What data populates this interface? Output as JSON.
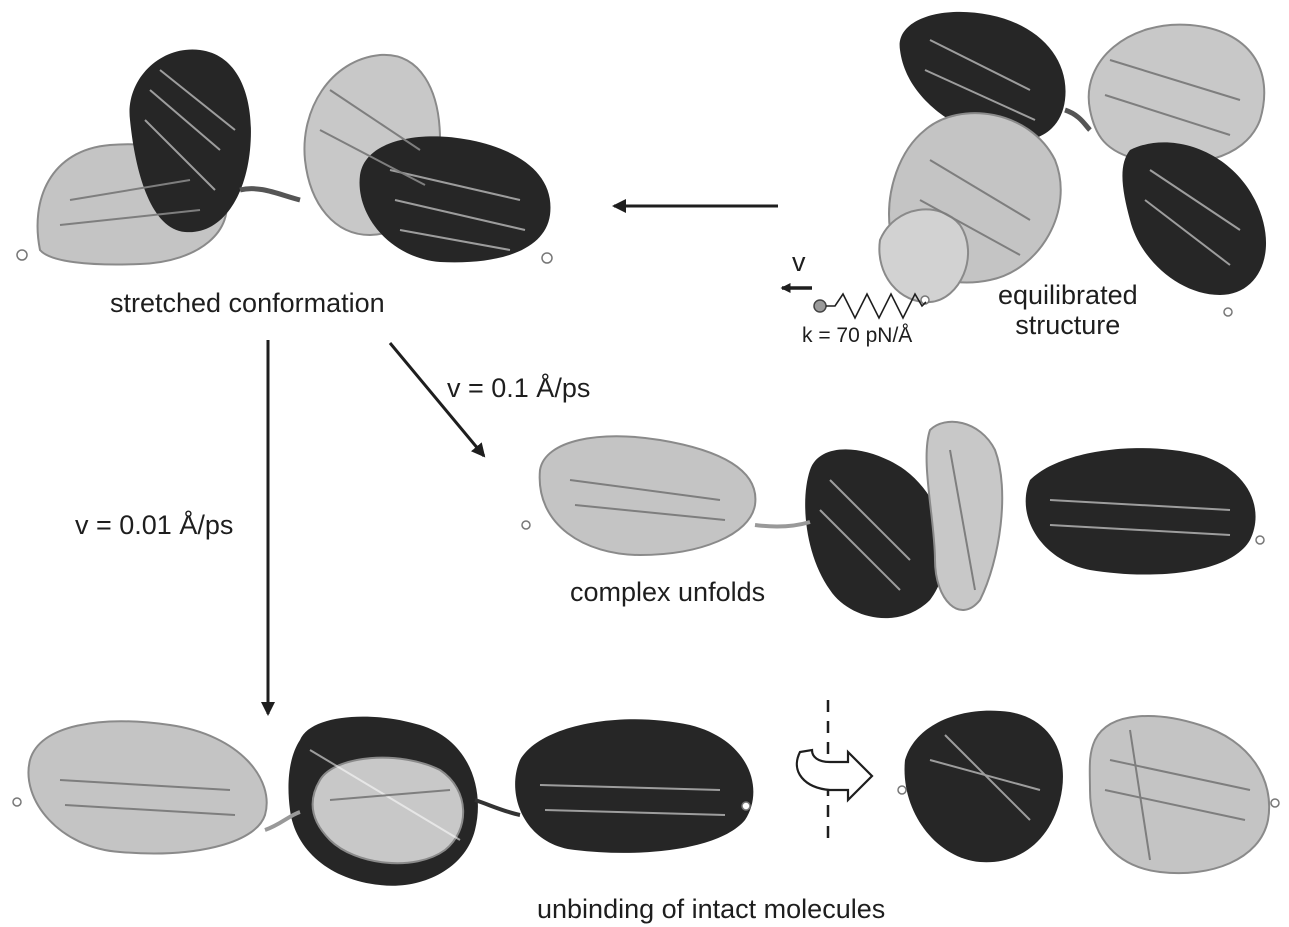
{
  "labels": {
    "stretched": "stretched conformation",
    "equilibrated_line1": "equilibrated",
    "equilibrated_line2": "structure",
    "v_symbol": "v",
    "spring_constant": "k = 70 pN/Å",
    "fast_velocity": "v = 0.1 Å/ps",
    "slow_velocity": "v = 0.01 Å/ps",
    "complex_unfolds": "complex unfolds",
    "unbinding": "unbinding of intact molecules"
  },
  "colors": {
    "dark_chain": "#1c1c1c",
    "light_chain": "#b9b9b9",
    "light_chain_edge": "#8a8a8a",
    "text": "#1e1e1e"
  }
}
